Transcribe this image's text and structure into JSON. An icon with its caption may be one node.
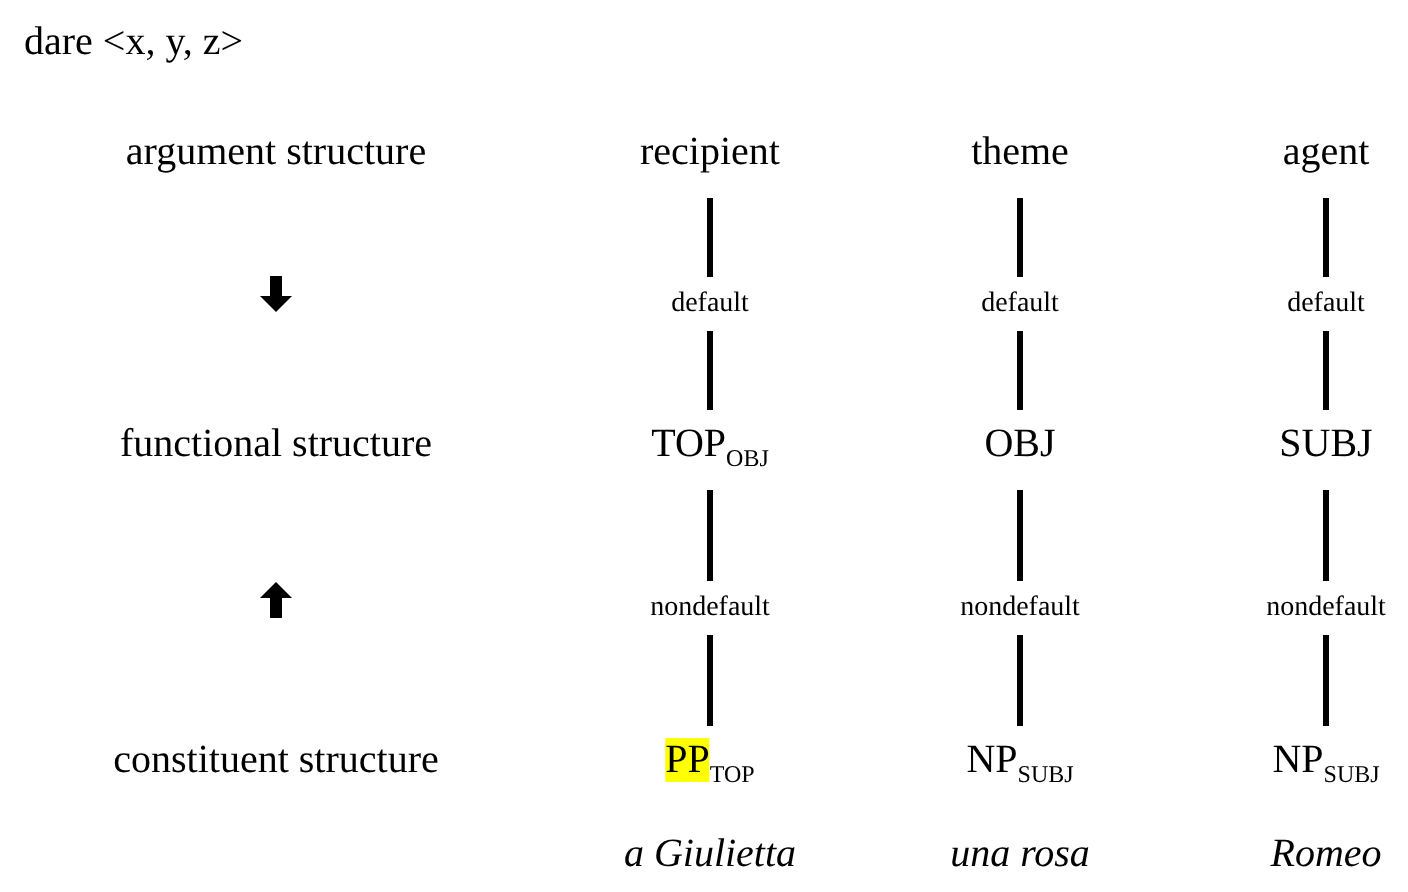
{
  "diagram": {
    "title": "dare <x, y, z>",
    "nodes": [
      {
        "text": [
          "recipient"
        ]
      },
      {
        "text": [
          "theme"
        ]
      },
      {
        "text": [
          "agent"
        ]
      },
      {
        "text": [
          "TOP$_{OBJ}$"
        ]
      },
      {
        "text": [
          "OBJ"
        ]
      },
      {
        "text": [
          "SUBJ"
        ]
      },
      {
        "text": [
          "PP$_{TOP}$"
        ],
        "beside": [
          "a Giulietta"
        ]
      },
      {
        "text": [
          "NP$_{SUBJ}$"
        ],
        "beside": [
          "una rosa"
        ]
      },
      {
        "text": [
          "NP$_{SUBJ}$"
        ],
        "beside": [
          "Romeo"
        ]
      }
    ],
    "edges": [
      {
        "from": 0,
        "to": 3,
        "arrow": "none",
        "label": "default"
      },
      {
        "from": 1,
        "to": 4,
        "arrow": "none",
        "label": "default"
      },
      {
        "from": 2,
        "to": 5,
        "arrow": "none",
        "label": "default"
      },
      {
        "from": 3,
        "to": 6,
        "arrow": "none",
        "label": "nondefault"
      },
      {
        "from": 4,
        "to": 7,
        "arrow": "none",
        "label": "nondefault"
      },
      {
        "from": 5,
        "to": 8,
        "arrow": "none",
        "label": "nondefault"
      }
    ],
    "labels": [
      "argument structure",
      "functional structure",
      "constituent structure"
    ]
  }
}
